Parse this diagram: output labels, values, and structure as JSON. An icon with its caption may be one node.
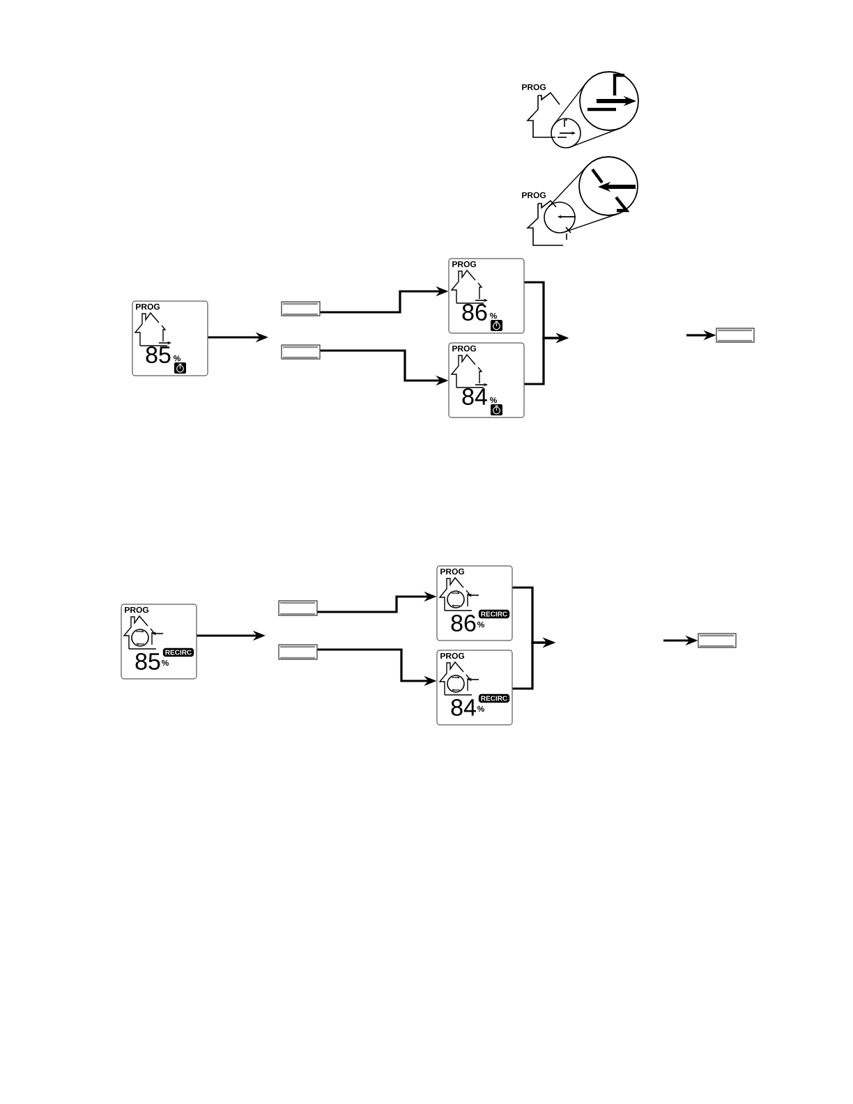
{
  "diagram": {
    "nodes": [
      {
        "text": [
          "PROG",
          "85",
          "%"
        ]
      },
      {
        "text": [],
        "shape": "box"
      },
      {
        "text": [],
        "shape": "box"
      },
      {
        "text": [
          "PROG",
          "86",
          "%"
        ]
      },
      {
        "text": [
          "PROG",
          "84",
          "%"
        ]
      },
      {
        "text": [],
        "shape": "box"
      },
      {
        "text": [
          "PROG",
          "RECIRC",
          "85",
          "%"
        ]
      },
      {
        "text": [],
        "shape": "box"
      },
      {
        "text": [],
        "shape": "box"
      },
      {
        "text": [
          "PROG",
          "RECIRC",
          "86",
          "%"
        ]
      },
      {
        "text": [
          "PROG",
          "RECIRC",
          "84",
          "%"
        ]
      },
      {
        "text": [],
        "shape": "box"
      }
    ],
    "edges": [
      {
        "from": 0,
        "to": null,
        "arrow": "to"
      },
      {
        "from": 1,
        "to": 3,
        "arrow": "to"
      },
      {
        "from": 2,
        "to": 4,
        "arrow": "to"
      },
      {
        "from": 3,
        "to": null,
        "arrow": "to"
      },
      {
        "from": 4,
        "to": null,
        "arrow": "to"
      },
      {
        "from": null,
        "to": 5,
        "arrow": "to"
      },
      {
        "from": 6,
        "to": null,
        "arrow": "to"
      },
      {
        "from": 7,
        "to": 9,
        "arrow": "to"
      },
      {
        "from": 8,
        "to": 10,
        "arrow": "to"
      },
      {
        "from": 9,
        "to": null,
        "arrow": "to"
      },
      {
        "from": 10,
        "to": null,
        "arrow": "to"
      },
      {
        "from": null,
        "to": 11,
        "arrow": "to"
      }
    ],
    "labels": [
      "PROG",
      "PROG"
    ]
  }
}
